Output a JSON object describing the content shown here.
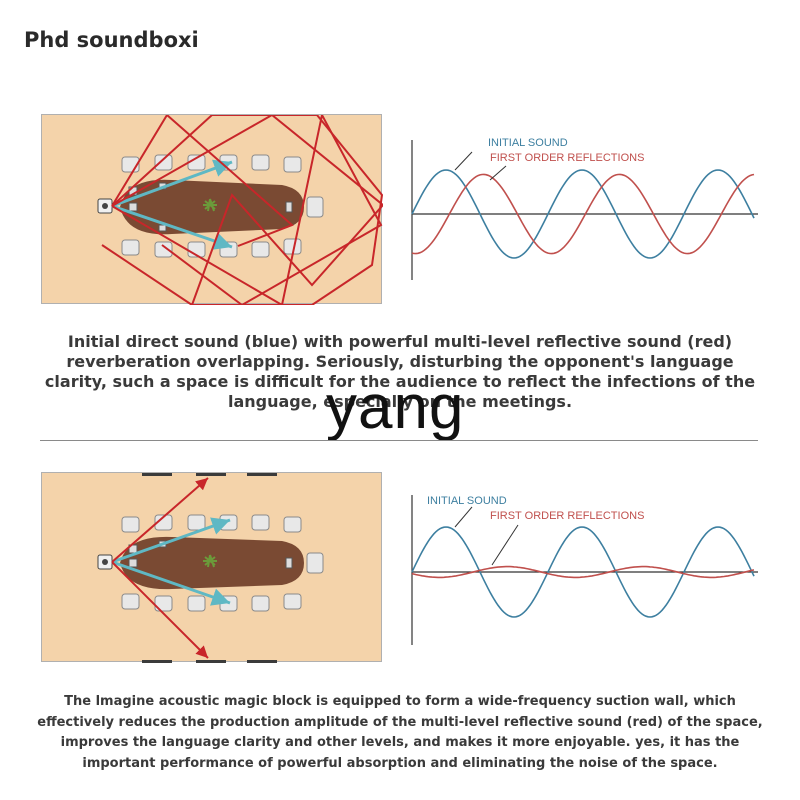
{
  "page": {
    "title": "Phd soundboxi",
    "watermark": "yang"
  },
  "diagram_top": {
    "legend": {
      "initial": "INITIAL SOUND",
      "reflection": "FIRST ORDER REFLECTIONS"
    },
    "caption": "Initial direct sound (blue) with powerful multi-level reflective sound (red) reverberation overlapping. Seriously, disturbing the opponent's language clarity, such a space is difficult for the audience to reflect the infections of the language, especially on the meetings."
  },
  "diagram_bottom": {
    "legend": {
      "initial": "INITIAL SOUND",
      "reflection": "FIRST ORDER REFLECTIONS"
    },
    "caption": "The lmagine acoustic magic block is equipped to form a wide-frequency suction wall, which effectively reduces the production amplitude of the multi-level reflective sound (red) of the space, improves the language clarity and other levels, and makes it more enjoyable. yes, it has the important performance of powerful absorption and eliminating the noise of the space."
  },
  "colors": {
    "room_floor": "#f4d3aa",
    "table": "#7a4a33",
    "direct_sound": "#5fb8c4",
    "reflection": "#c8262a",
    "wave_initial": "#3d7fa0",
    "wave_reflection": "#c0504d",
    "panel": "#3b3b3b"
  },
  "icons": [
    "speaker-icon",
    "chair-icon",
    "plant-icon",
    "laptop-icon",
    "arrow-icon"
  ],
  "waves": {
    "top": {
      "initial_amplitude": 1.0,
      "reflection_amplitude": 0.9,
      "reflection_phase_lag": 0.55
    },
    "bottom": {
      "initial_amplitude": 1.0,
      "reflection_amplitude": 0.12,
      "reflection_phase_lag": 0.9
    }
  }
}
